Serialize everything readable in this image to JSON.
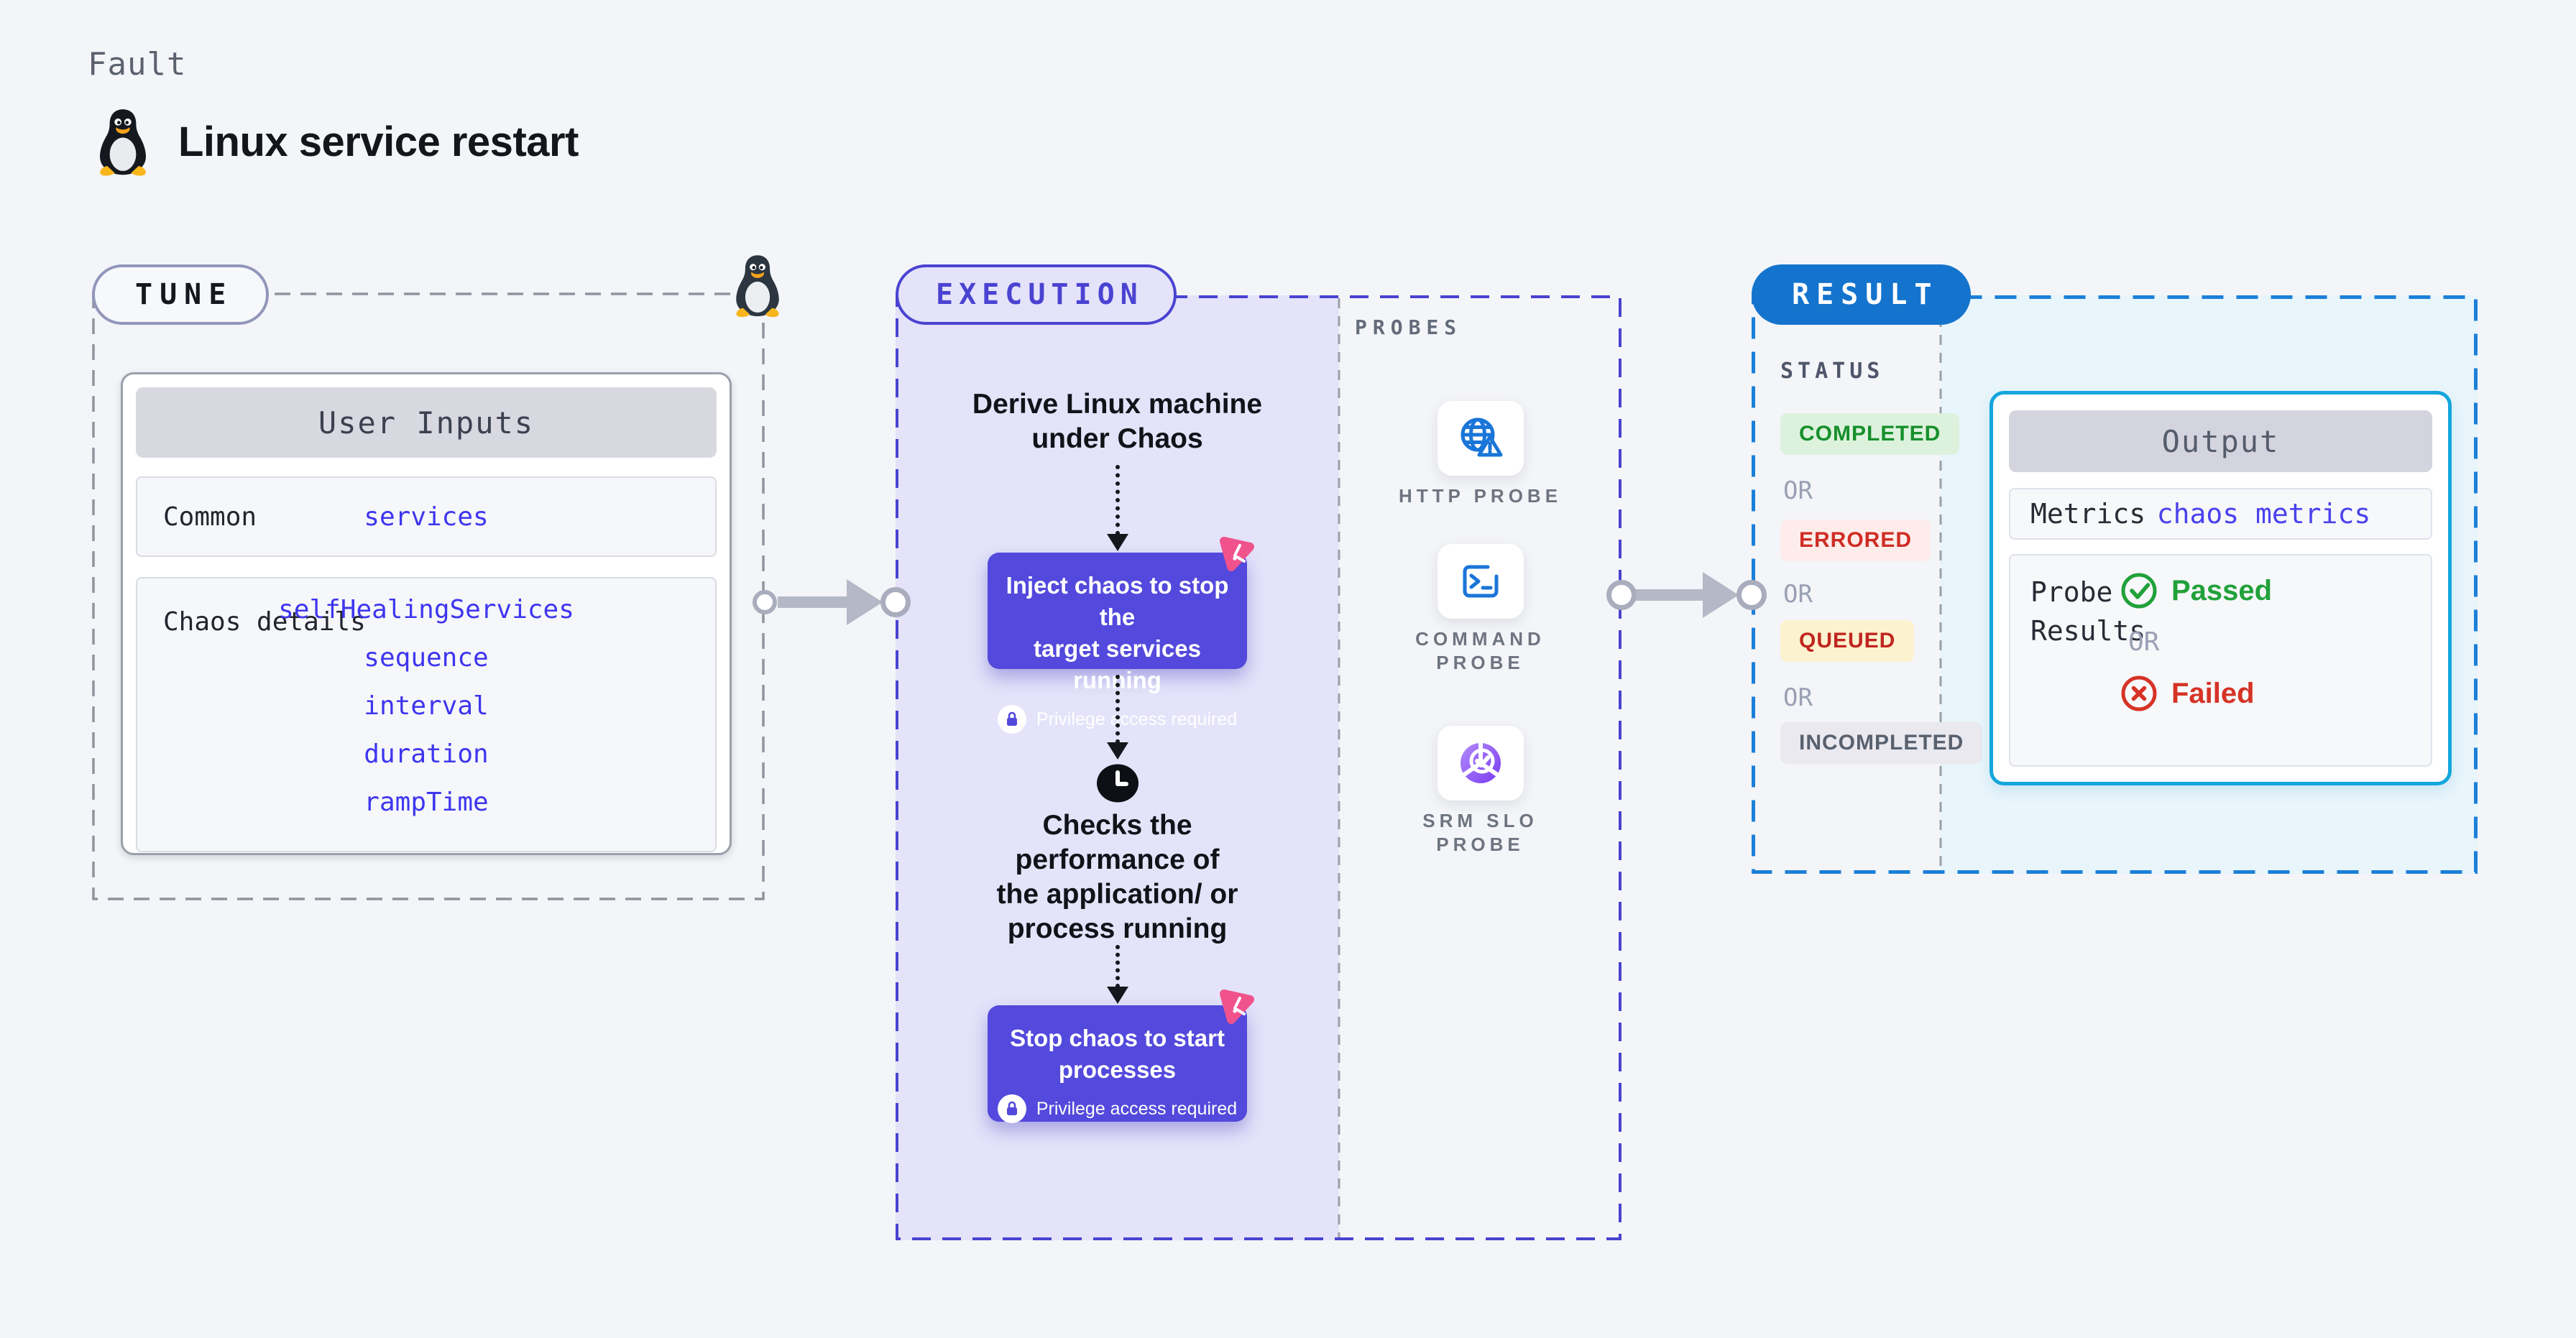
{
  "page": {
    "eyebrow": "Fault",
    "title": "Linux service restart"
  },
  "colors": {
    "background": "#f4f5f8",
    "tune_border_gray": "#8f949e",
    "execution_accent": "#4a43d1",
    "execution_fill": "#e4e3fa",
    "chaos_card_purple": "#5349dc",
    "chaos_badge_pink": "#f0538c",
    "probe_icon_blue": "#1a75d8",
    "srm_icon_purple": "#7c3aed",
    "result_pill_blue": "#1474cd",
    "result_dash_blue": "#1c80d8",
    "result_fill_cyan": "#e8f5fb",
    "output_border_cyan": "#14a6dd",
    "code_value_blue": "#3e36ee",
    "completed_green": "#17902c",
    "errored_red": "#cf2d24",
    "queued_red": "#c0261f",
    "incompleted_gray": "#59616f",
    "passed_green": "#21a13a",
    "failed_red": "#d63326",
    "arrow_gray": "#b5b8c6"
  },
  "tune": {
    "label": "TUNE",
    "card_title": "User Inputs",
    "rows": [
      {
        "label": "Common",
        "values": [
          "services"
        ]
      },
      {
        "label": "Chaos details",
        "values": [
          "selfHealingServices",
          "sequence",
          "interval",
          "duration",
          "rampTime"
        ]
      }
    ]
  },
  "execution": {
    "label": "EXECUTION",
    "intro_lines": [
      "Derive Linux machine",
      "under Chaos"
    ],
    "inject_card": {
      "lines": [
        "Inject chaos to stop the",
        "target services running"
      ],
      "badge": "Privilege access required"
    },
    "check_lines": [
      "Checks the",
      "performance of",
      "the application/ or",
      "process running"
    ],
    "stop_card": {
      "lines": [
        "Stop chaos to start",
        "processes"
      ],
      "badge": "Privilege access required"
    }
  },
  "probes": {
    "label": "PROBES",
    "items": [
      {
        "icon": "http-probe-icon",
        "lines": [
          "HTTP PROBE"
        ]
      },
      {
        "icon": "command-probe-icon",
        "lines": [
          "COMMAND",
          "PROBE"
        ]
      },
      {
        "icon": "srm-slo-probe-icon",
        "lines": [
          "SRM SLO",
          "PROBE"
        ]
      }
    ]
  },
  "result": {
    "label": "RESULT",
    "status_label": "STATUS",
    "separator": "OR",
    "statuses": [
      "COMPLETED",
      "ERRORED",
      "QUEUED",
      "INCOMPLETED"
    ],
    "output": {
      "title": "Output",
      "metrics_label": "Metrics",
      "metrics_value": "chaos metrics",
      "probe_results_lines": [
        "Probe",
        "Results"
      ],
      "passed": "Passed",
      "or": "OR",
      "failed": "Failed"
    }
  }
}
